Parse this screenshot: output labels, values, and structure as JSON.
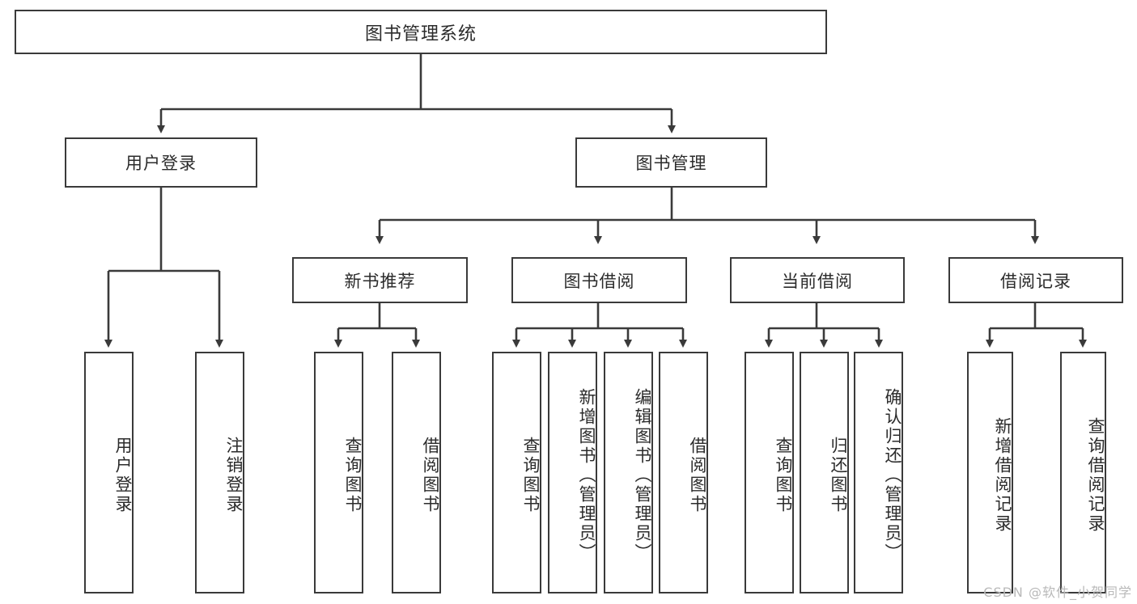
{
  "diagram": {
    "type": "tree-hierarchy",
    "title": "图书管理系统",
    "watermark": "CSDN @软件_小贺同学",
    "colors": {
      "border": "#3a3a3a",
      "text": "#2b2b2b",
      "background": "#ffffff",
      "watermark": "#b9b9b9"
    },
    "levels": {
      "root": {
        "label": "图书管理系统"
      },
      "level2": [
        {
          "label": "用户登录"
        },
        {
          "label": "图书管理"
        }
      ],
      "level3": [
        {
          "label": "新书推荐"
        },
        {
          "label": "图书借阅"
        },
        {
          "label": "当前借阅"
        },
        {
          "label": "借阅记录"
        }
      ],
      "leaves": {
        "user_login": [
          {
            "label": "用户登录"
          },
          {
            "label": "注销登录"
          }
        ],
        "new_book_recommend": [
          {
            "label": "查询图书"
          },
          {
            "label": "借阅图书"
          }
        ],
        "book_borrow": [
          {
            "label": "查询图书"
          },
          {
            "label": "新增图书（管理员）"
          },
          {
            "label": "编辑图书（管理员）"
          },
          {
            "label": "借阅图书"
          }
        ],
        "current_borrow": [
          {
            "label": "查询图书"
          },
          {
            "label": "归还图书"
          },
          {
            "label": "确认归还（管理员）"
          }
        ],
        "borrow_record": [
          {
            "label": "新增借阅记录"
          },
          {
            "label": "查询借阅记录"
          }
        ]
      }
    }
  }
}
